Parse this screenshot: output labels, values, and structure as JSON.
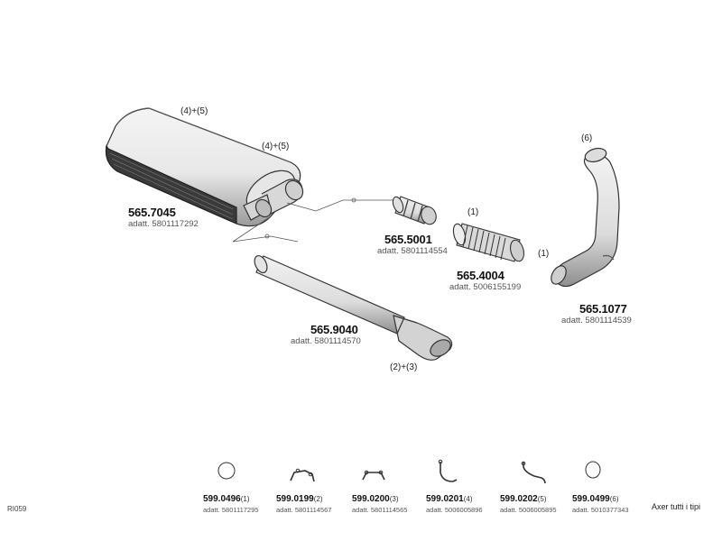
{
  "parts": [
    {
      "code": "565.7045",
      "adatt": "adatt. 5801117292",
      "icon": "rear-muffler-icon"
    },
    {
      "code": "565.5001",
      "adatt": "adatt. 5801114554",
      "icon": "pipe-connector-icon"
    },
    {
      "code": "565.4004",
      "adatt": "adatt. 5006155199",
      "icon": "flexible-pipe-icon"
    },
    {
      "code": "565.1077",
      "adatt": "adatt. 5801114539",
      "icon": "bent-pipe-icon"
    },
    {
      "code": "565.9040",
      "adatt": "adatt. 5801114570",
      "icon": "tail-pipe-icon"
    }
  ],
  "callouts": {
    "muffler_top": "(4)+(5)",
    "muffler_outlet": "(4)+(5)",
    "flex_left": "(1)",
    "flex_right": "(1)",
    "bent_pipe": "(6)",
    "tail_pipe": "(2)+(3)"
  },
  "small_parts": [
    {
      "code": "599.0496",
      "num": "(1)",
      "adatt": "adatt. 5801117295",
      "icon": "clamp-ring-icon"
    },
    {
      "code": "599.0199",
      "num": "(2)",
      "adatt": "adatt. 5801114567",
      "icon": "hanger-bracket-icon"
    },
    {
      "code": "599.0200",
      "num": "(3)",
      "adatt": "adatt. 5801114565",
      "icon": "hanger-bracket-icon"
    },
    {
      "code": "599.0201",
      "num": "(4)",
      "adatt": "adatt. 5006005896",
      "icon": "hook-bracket-icon"
    },
    {
      "code": "599.0202",
      "num": "(5)",
      "adatt": "adatt. 5006005895",
      "icon": "strap-bracket-icon"
    },
    {
      "code": "599.0499",
      "num": "(6)",
      "adatt": "adatt. 5010377343",
      "icon": "clamp-ring-icon"
    }
  ],
  "footer": {
    "ref": "RI059",
    "applies": "Axer tutti i tipi"
  }
}
